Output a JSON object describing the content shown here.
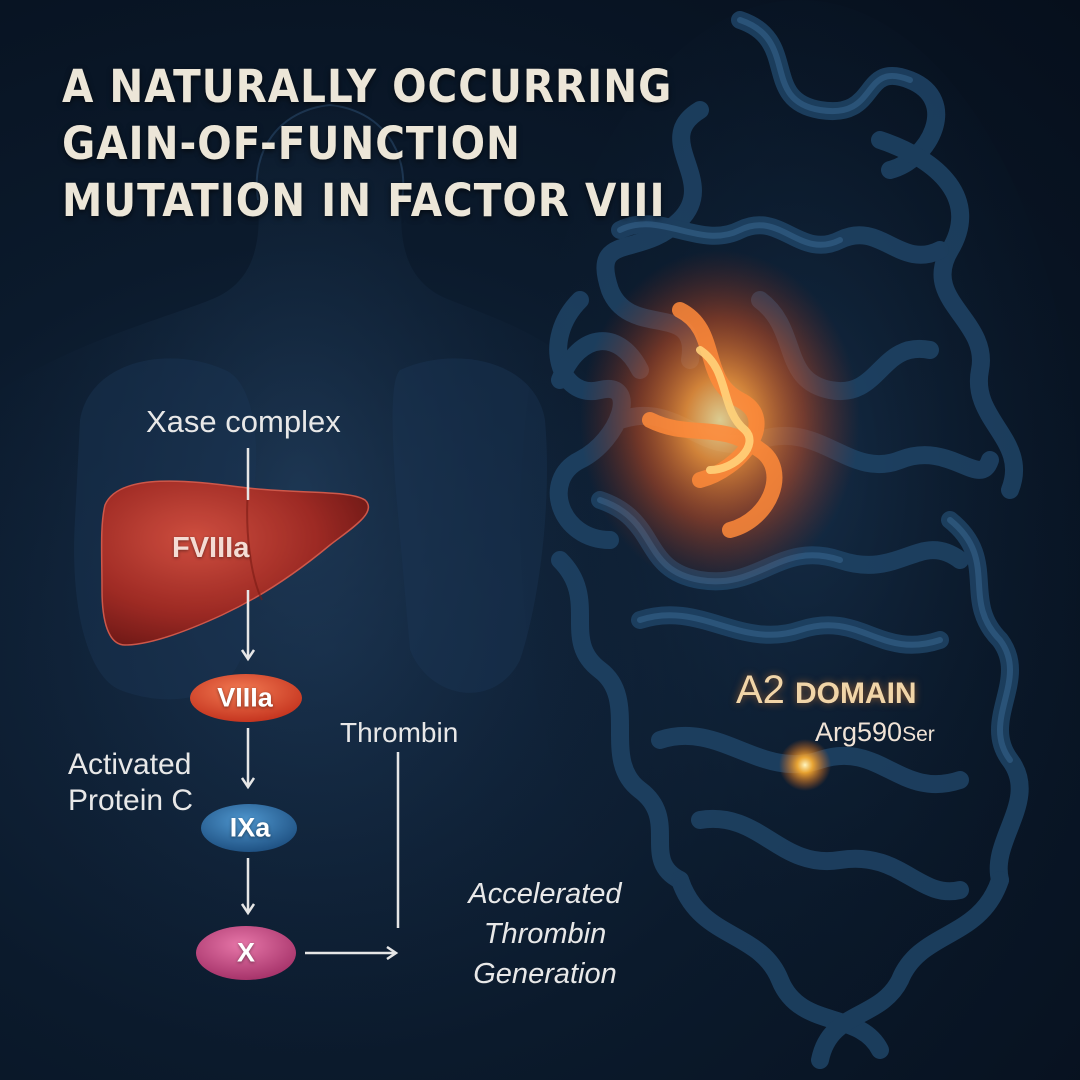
{
  "title": {
    "line1": "A NATURALLY OCCURRING",
    "line2": "GAIN-OF-FUNCTION",
    "line3": "MUTATION IN FACTOR VIII"
  },
  "pathway": {
    "xase_label": "Xase complex",
    "fviiia_label": "FVIIIa",
    "viiia_label": "VIIIa",
    "apc_line1": "Activated",
    "apc_line2": "Protein C",
    "ixa_label": "IXa",
    "x_label": "X",
    "thrombin_label": "Thrombin",
    "result_line1": "Accelerated",
    "result_line2": "Thrombin",
    "result_line3": "Generation"
  },
  "protein": {
    "domain_label": "A2",
    "domain_word": "DOMAIN",
    "mutation_main": "Arg590",
    "mutation_sub": "Ser"
  },
  "colors": {
    "liver": "#b8322a",
    "viiia": "#e0452b",
    "ixa": "#2b6fa8",
    "x": "#c24a84",
    "glow": "#ff6a1a",
    "protein_tube": "#1f4466"
  }
}
